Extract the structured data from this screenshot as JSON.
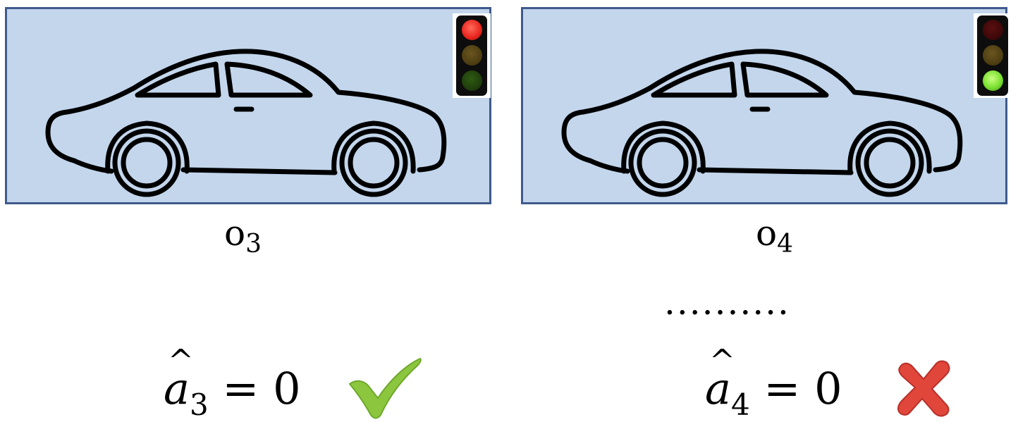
{
  "observations": [
    {
      "label_main": "o",
      "label_sub": "3",
      "traffic_light": {
        "active": "red",
        "colors": [
          "#e8231c",
          "#4a3b10",
          "#1e3b0c"
        ]
      }
    },
    {
      "label_main": "o",
      "label_sub": "4",
      "traffic_light": {
        "active": "green",
        "colors": [
          "#3a0708",
          "#4a3b10",
          "#7be030"
        ]
      }
    }
  ],
  "ellipsis": "..........",
  "actions": [
    {
      "var": "a",
      "hat": "^",
      "sub": "3",
      "rhs": "= 0",
      "verdict": "correct",
      "icon": "check-icon",
      "color": "#8cc63f"
    },
    {
      "var": "a",
      "hat": "^",
      "sub": "4",
      "rhs": "= 0",
      "verdict": "wrong",
      "icon": "cross-icon",
      "color": "#e0463a"
    }
  ],
  "colors": {
    "panel_fill": "#c3d6ec",
    "panel_border": "#3f5a8c"
  }
}
